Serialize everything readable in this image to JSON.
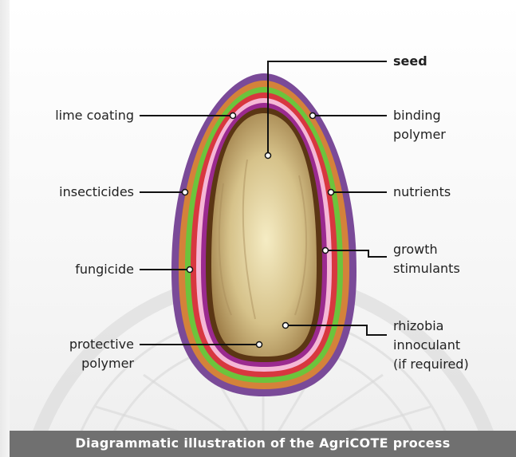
{
  "caption": "Diagrammatic illustration of the AgriCOTE process",
  "labels": {
    "seed": "seed",
    "binding_polymer": [
      "binding",
      "polymer"
    ],
    "nutrients": "nutrients",
    "growth_stimulants": [
      "growth",
      "stimulants"
    ],
    "rhizobia_innoculant": [
      "rhizobia",
      "innoculant",
      "(if required)"
    ],
    "lime_coating": "lime coating",
    "insecticides": "insecticides",
    "fungicide": "fungicide",
    "protective_polymer": [
      "protective",
      "polymer"
    ]
  },
  "layers": [
    {
      "name": "outer-coating",
      "color": "#7a4a98"
    },
    {
      "name": "orange-layer",
      "color": "#d4823a"
    },
    {
      "name": "green-layer",
      "color": "#6cc43c"
    },
    {
      "name": "red-layer",
      "color": "#d8373f"
    },
    {
      "name": "pink-layer",
      "color": "#f5b7d6"
    },
    {
      "name": "purple-layer",
      "color": "#9b2a8f"
    },
    {
      "name": "dark-brown-layer",
      "color": "#5b3614"
    }
  ],
  "seed_colors": {
    "center": "#f5ecc4",
    "mid": "#d6c28a",
    "edge": "#a0804a"
  }
}
